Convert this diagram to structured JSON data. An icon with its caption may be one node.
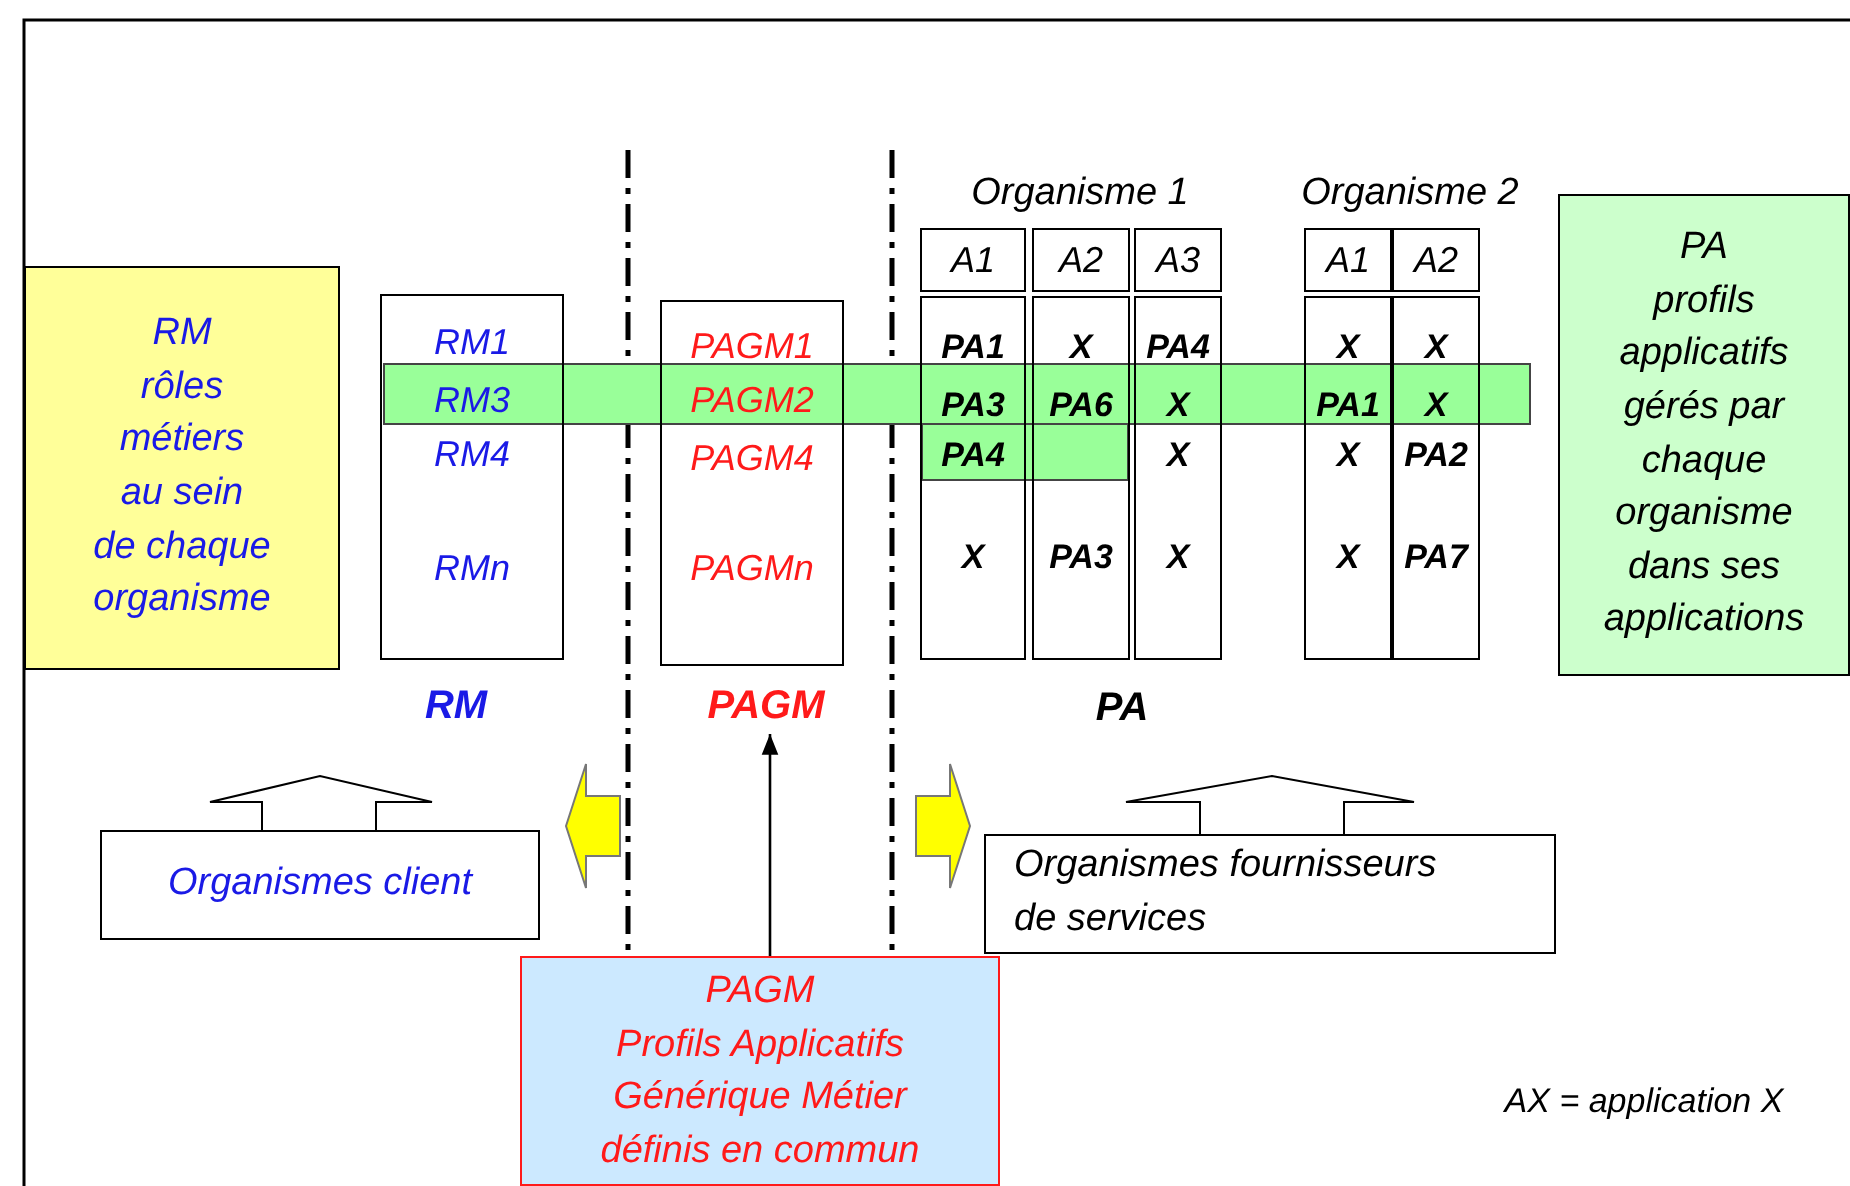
{
  "diagram": {
    "nodes": [
      {
        "text": [
          "RM",
          "rôles métiers au sein de chaque organisme"
        ]
      },
      {
        "text": [
          "RM1",
          "RM3",
          "RM4",
          "RMn"
        ],
        "beside": [
          "RM"
        ]
      },
      {
        "text": [
          "PAGM1",
          "PAGM2",
          "PAGM4",
          "PAGMn"
        ],
        "beside": [
          "PAGM"
        ]
      },
      {
        "text": [
          "A1"
        ]
      },
      {
        "text": [
          "PA1",
          "PA3",
          "PA4",
          "X"
        ]
      },
      {
        "text": [
          "A2"
        ]
      },
      {
        "text": [
          "X",
          "PA6",
          "PA3"
        ]
      },
      {
        "text": [
          "A3"
        ]
      },
      {
        "text": [
          "PA4",
          "X",
          "X",
          "X"
        ]
      },
      {
        "text": [
          "A1"
        ]
      },
      {
        "text": [
          "X",
          "PA1",
          "X",
          "X"
        ]
      },
      {
        "text": [
          "A2"
        ]
      },
      {
        "text": [
          "X",
          "X",
          "PA2",
          "PA7"
        ]
      },
      {
        "text": [
          "PA",
          "profils applicatifs gérés par chaque organisme dans ses applications"
        ]
      },
      {
        "text": [
          "Organismes client"
        ]
      },
      {
        "text": [
          "Organismes fournisseurs de services"
        ]
      },
      {
        "text": [
          "PAGM",
          "Profils Applicatifs Générique Métier définis en commun"
        ]
      }
    ],
    "edges": [
      {
        "from": 16,
        "to": 2,
        "arrow": "to"
      }
    ],
    "labels": [
      "Organisme 1",
      "Organisme 2",
      "PA",
      "AX = application X"
    ]
  }
}
